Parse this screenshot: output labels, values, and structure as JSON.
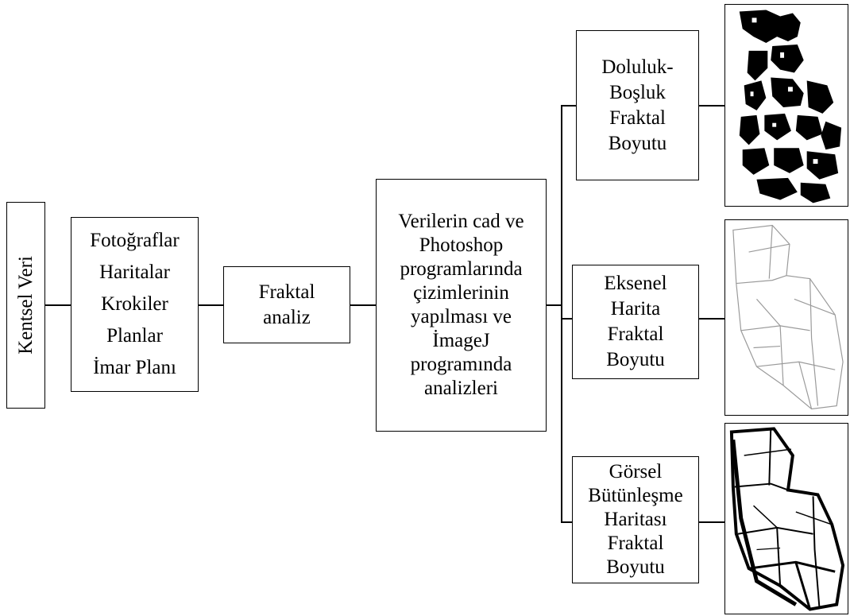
{
  "nodes": {
    "kentsel": "Kentsel Veri",
    "sources": [
      "Fotoğraflar",
      "Haritalar",
      "Krokiler",
      "Planlar",
      "İmar Planı"
    ],
    "fraktal": [
      "Fraktal",
      "analiz"
    ],
    "process": [
      "Verilerin cad ve",
      "Photoshop",
      "programlarında",
      "çizimlerinin",
      "yapılması ve",
      "İmageJ",
      "programında",
      "analizleri"
    ],
    "outputs": [
      {
        "lines": [
          "Doluluk-",
          "Boşluk",
          "Fraktal",
          "Boyutu"
        ],
        "image": "figure-ground-map"
      },
      {
        "lines": [
          "Eksenel",
          "Harita",
          "Fraktal",
          "Boyutu"
        ],
        "image": "axial-map"
      },
      {
        "lines": [
          "Görsel",
          "Bütünleşme",
          "Haritası",
          "Fraktal",
          "Boyutu"
        ],
        "image": "visibility-integration-map"
      }
    ]
  }
}
